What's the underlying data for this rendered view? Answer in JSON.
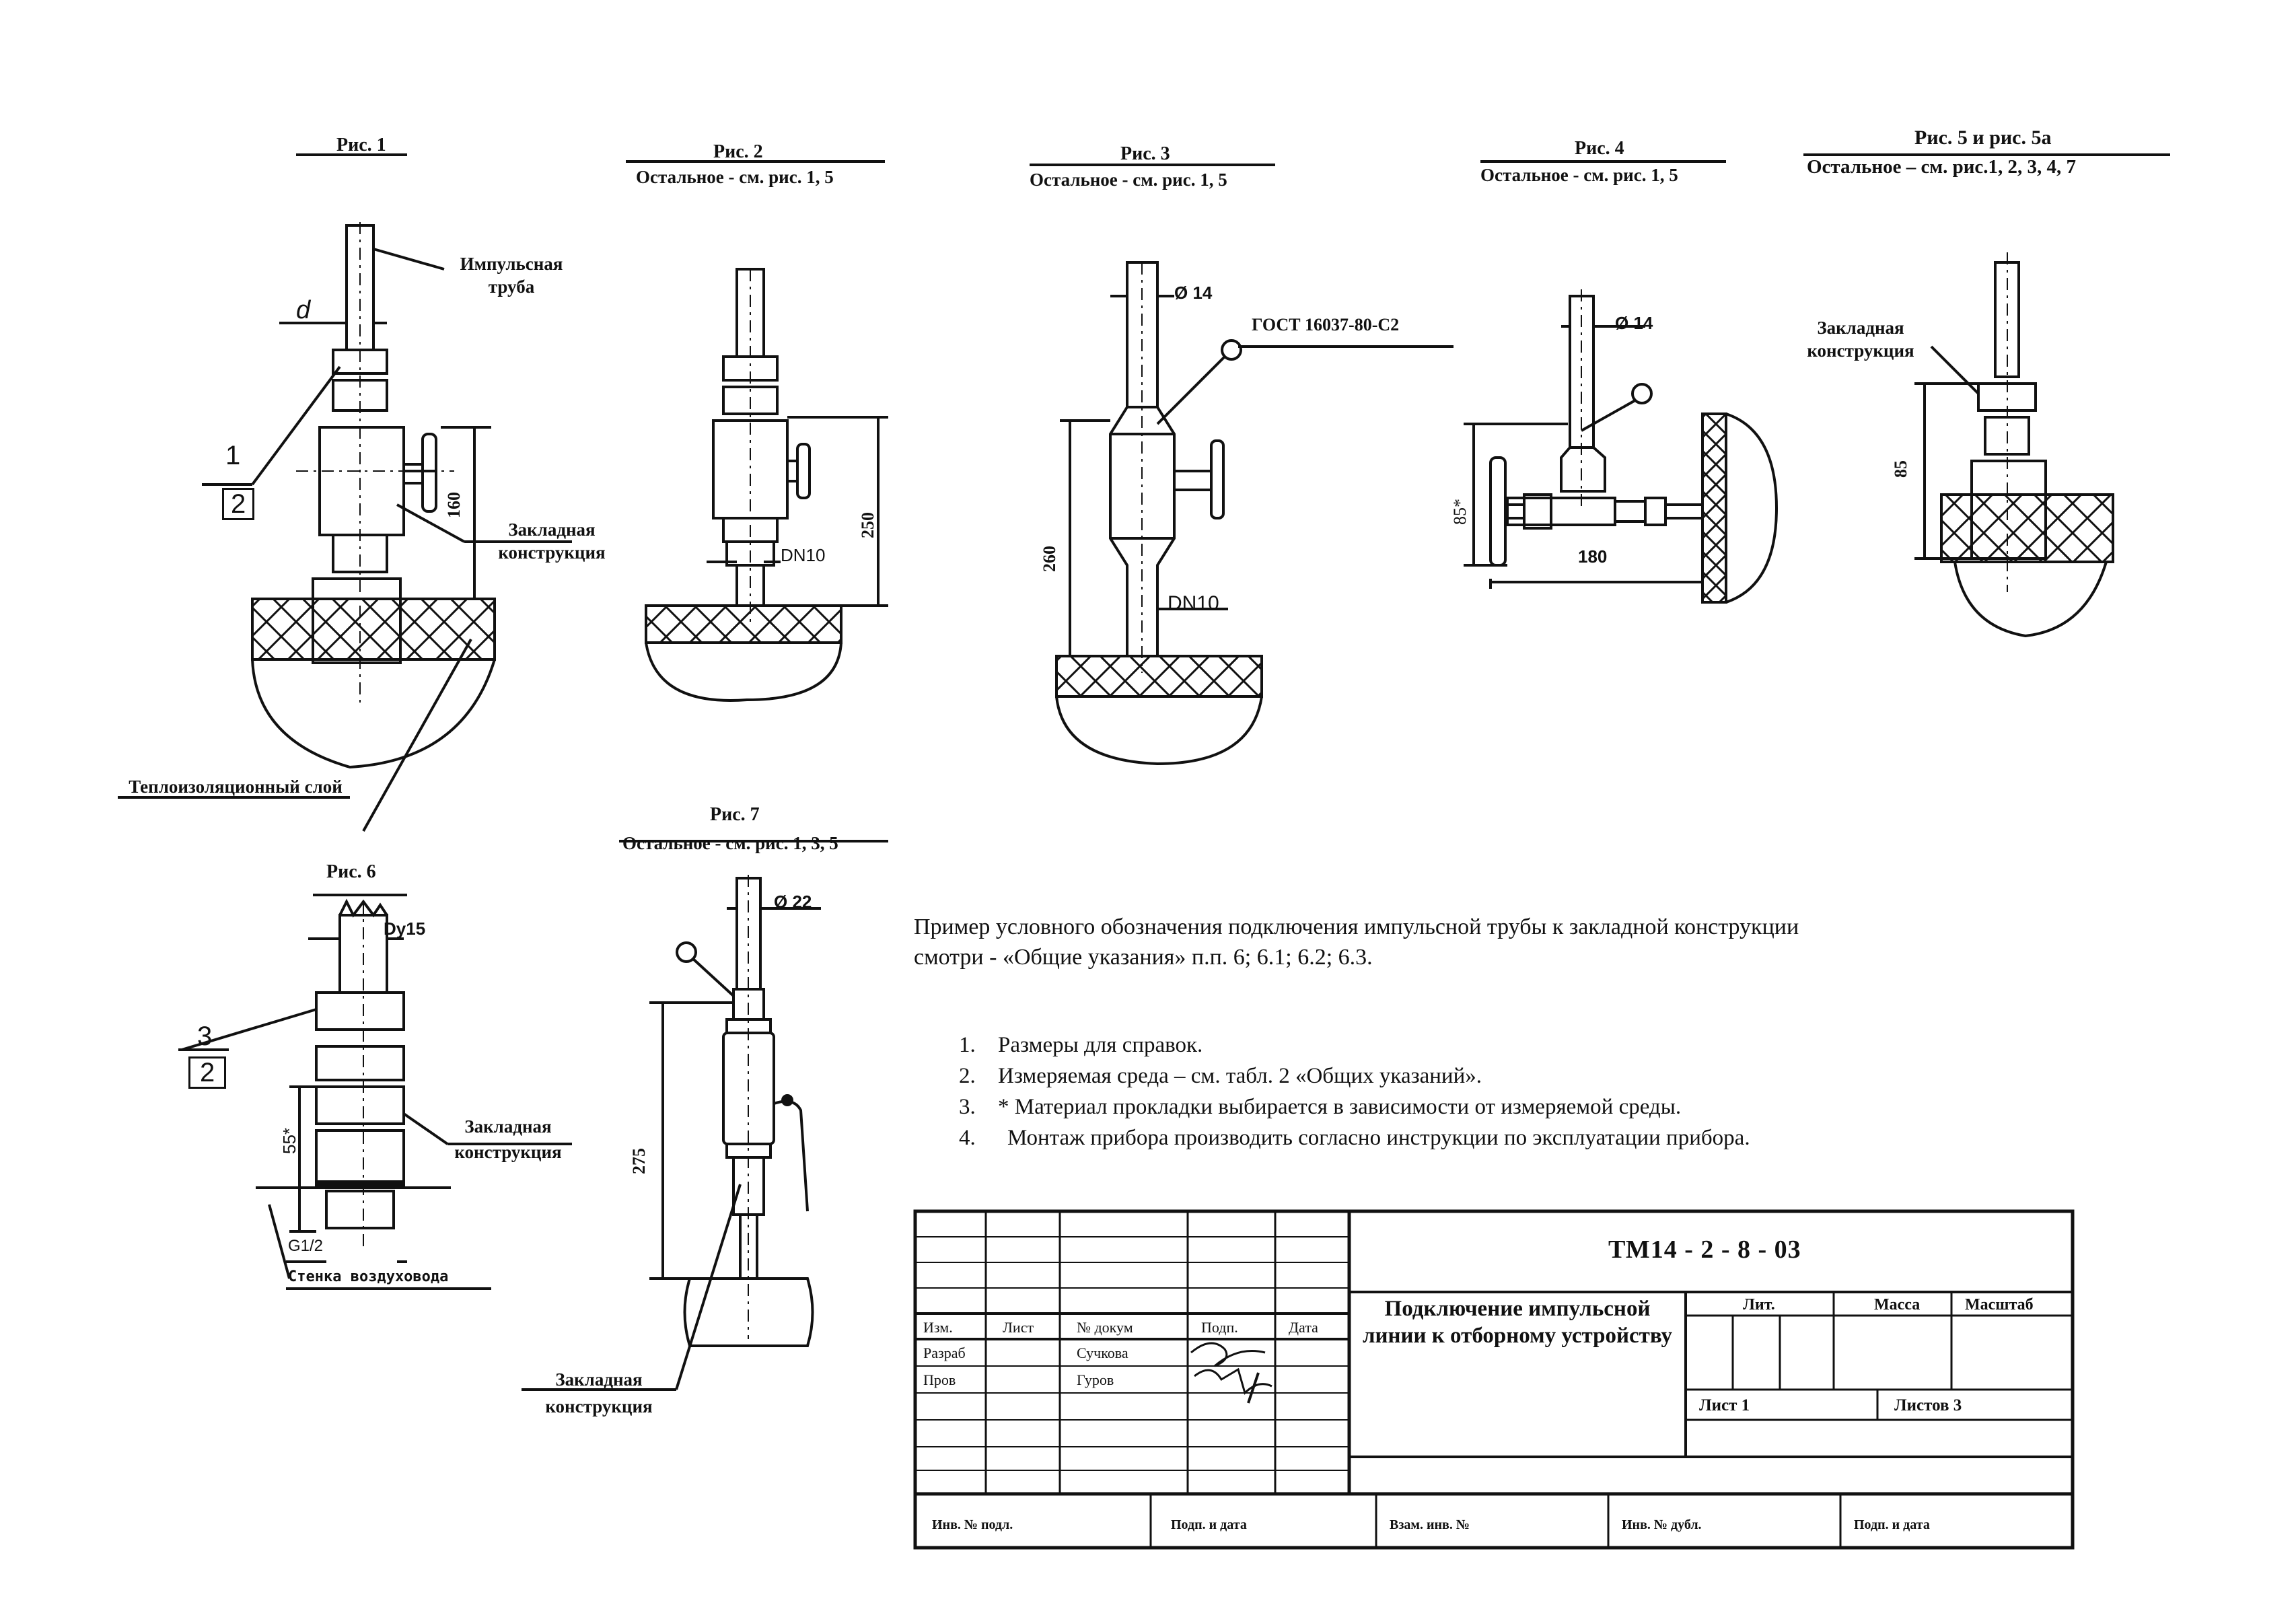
{
  "figures": {
    "fig1": {
      "title": "Рис. 1",
      "impulse_pipe": "Импульсная труба",
      "d": "d",
      "tag_top": "1",
      "tag_bottom": "2",
      "dim": "160",
      "embedded": "Закладная конструкция",
      "insulation": "Теплоизоляционный слой"
    },
    "fig2": {
      "title": "Рис. 2",
      "subtitle": "Остальное - см. рис. 1, 5",
      "dim": "250",
      "dn": "DN10"
    },
    "fig3": {
      "title": "Рис. 3",
      "subtitle": "Остальное - см. рис. 1, 5",
      "diam": "Ø 14",
      "gost": "ГОСТ 16037-80-С2",
      "dim": "260",
      "dn": "DN10"
    },
    "fig4": {
      "title": "Рис. 4",
      "subtitle": "Остальное - см. рис. 1, 5",
      "diam": "Ø 14",
      "dim_v": "85*",
      "dim_h": "180"
    },
    "fig5": {
      "title": "Рис. 5 и рис. 5а",
      "subtitle": "Остальное – см. рис.1, 2, 3, 4, 7",
      "embedded": "Закладная конструкция",
      "dim": "85"
    },
    "fig6": {
      "title": "Рис. 6",
      "dy": "Dy15",
      "tag_top": "3",
      "tag_bottom": "2",
      "dim": "55*",
      "thread": "G1/2",
      "embedded": "Закладная конструкция",
      "wall": "Стенка воздуховода"
    },
    "fig7": {
      "title": "Рис. 7",
      "subtitle": "Остальное - см. рис. 1, 3, 5",
      "diam": "Ø 22",
      "dim": "275",
      "embedded": "Закладная конструкция"
    }
  },
  "example_note": {
    "line1": "Пример условного обозначения подключения импульсной трубы к закладной конструкции",
    "line2": "смотри  -  «Общие указания» п.п. 6; 6.1; 6.2; 6.3."
  },
  "notes": [
    {
      "n": "1.",
      "text": "Размеры для справок."
    },
    {
      "n": "2.",
      "text": "Измеряемая среда –  см. табл. 2 «Общих указаний»."
    },
    {
      "n": "3.",
      "text": "* Материал прокладки выбирается в зависимости от измеряемой среды."
    },
    {
      "n": "4.",
      "text": "Монтаж прибора производить согласно инструкции по эксплуатации прибора."
    }
  ],
  "title_block": {
    "code": "ТМ14 - 2 - 8 - 03",
    "title": "Подключение импульсной линии к отборному устройству",
    "col_izm": "Изм.",
    "col_list": "Лист",
    "col_doc": "№ докум",
    "col_sign": "Подп.",
    "col_date": "Дата",
    "razrab": "Разраб",
    "razrab_name": "Сучкова",
    "prov": "Пров",
    "prov_name": "Гуров",
    "lit": "Лит.",
    "massa": "Масса",
    "masshtab": "Масштаб",
    "sheet": "Лист  1",
    "sheets": "Листов   3",
    "inv_podl": "Инв. № подл.",
    "podp_data1": "Подп. и дата",
    "vzam_inv": "Взам. инв. №",
    "inv_dubl": "Инв. № дубл.",
    "podp_data2": "Подп. и дата"
  }
}
